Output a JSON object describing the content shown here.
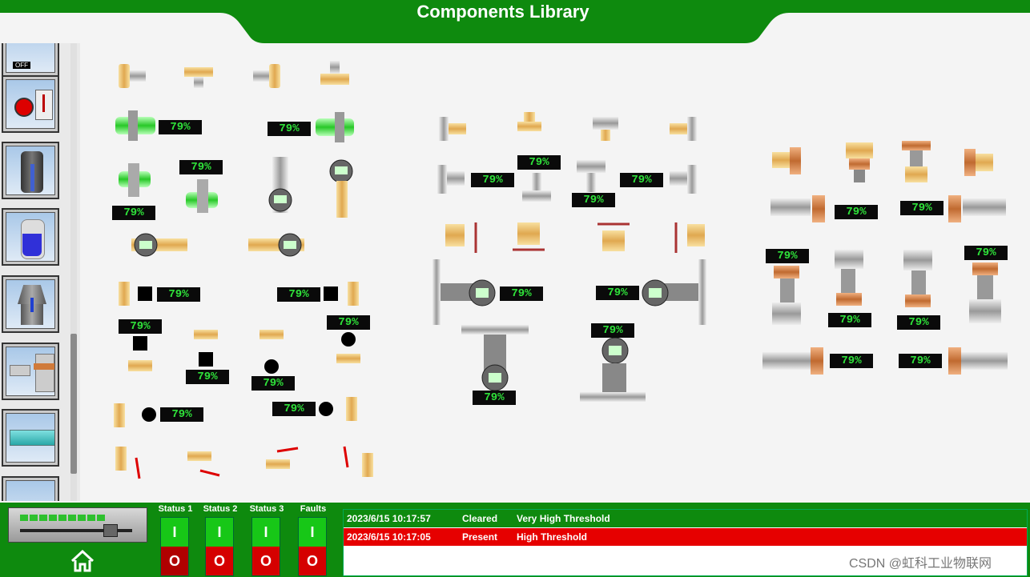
{
  "header": {
    "title": "Components Library"
  },
  "colors": {
    "brand_green": "#0e8a0e",
    "readout_text": "#2fe23a",
    "alarm_present": "#e60000"
  },
  "sidebar": {
    "items": [
      {
        "icon": "switch-off-icon",
        "label": "OFF"
      },
      {
        "icon": "emergency-button-icon"
      },
      {
        "icon": "tank-icon"
      },
      {
        "icon": "vessel-icon"
      },
      {
        "icon": "silo-icon"
      },
      {
        "icon": "valve-icon"
      },
      {
        "icon": "pipe-icon"
      },
      {
        "icon": "tank-partial-icon"
      }
    ]
  },
  "canvas": {
    "readout_value": "79%"
  },
  "footer": {
    "level_segments": 9,
    "status": [
      {
        "label": "Status 1",
        "on": "I",
        "off": "O"
      },
      {
        "label": "Status 2",
        "on": "I",
        "off": "O"
      },
      {
        "label": "Status 3",
        "on": "I",
        "off": "O"
      },
      {
        "label": "Faults",
        "on": "I",
        "off": "O"
      }
    ],
    "alarms": [
      {
        "time": "2023/6/15 10:17:57",
        "state": "Cleared",
        "message": "Very High Threshold",
        "color": "#0e8a0e"
      },
      {
        "time": "2023/6/15 10:17:05",
        "state": "Present",
        "message": "High Threshold",
        "color": "#e60000"
      }
    ]
  },
  "watermark": "CSDN @虹科工业物联网"
}
